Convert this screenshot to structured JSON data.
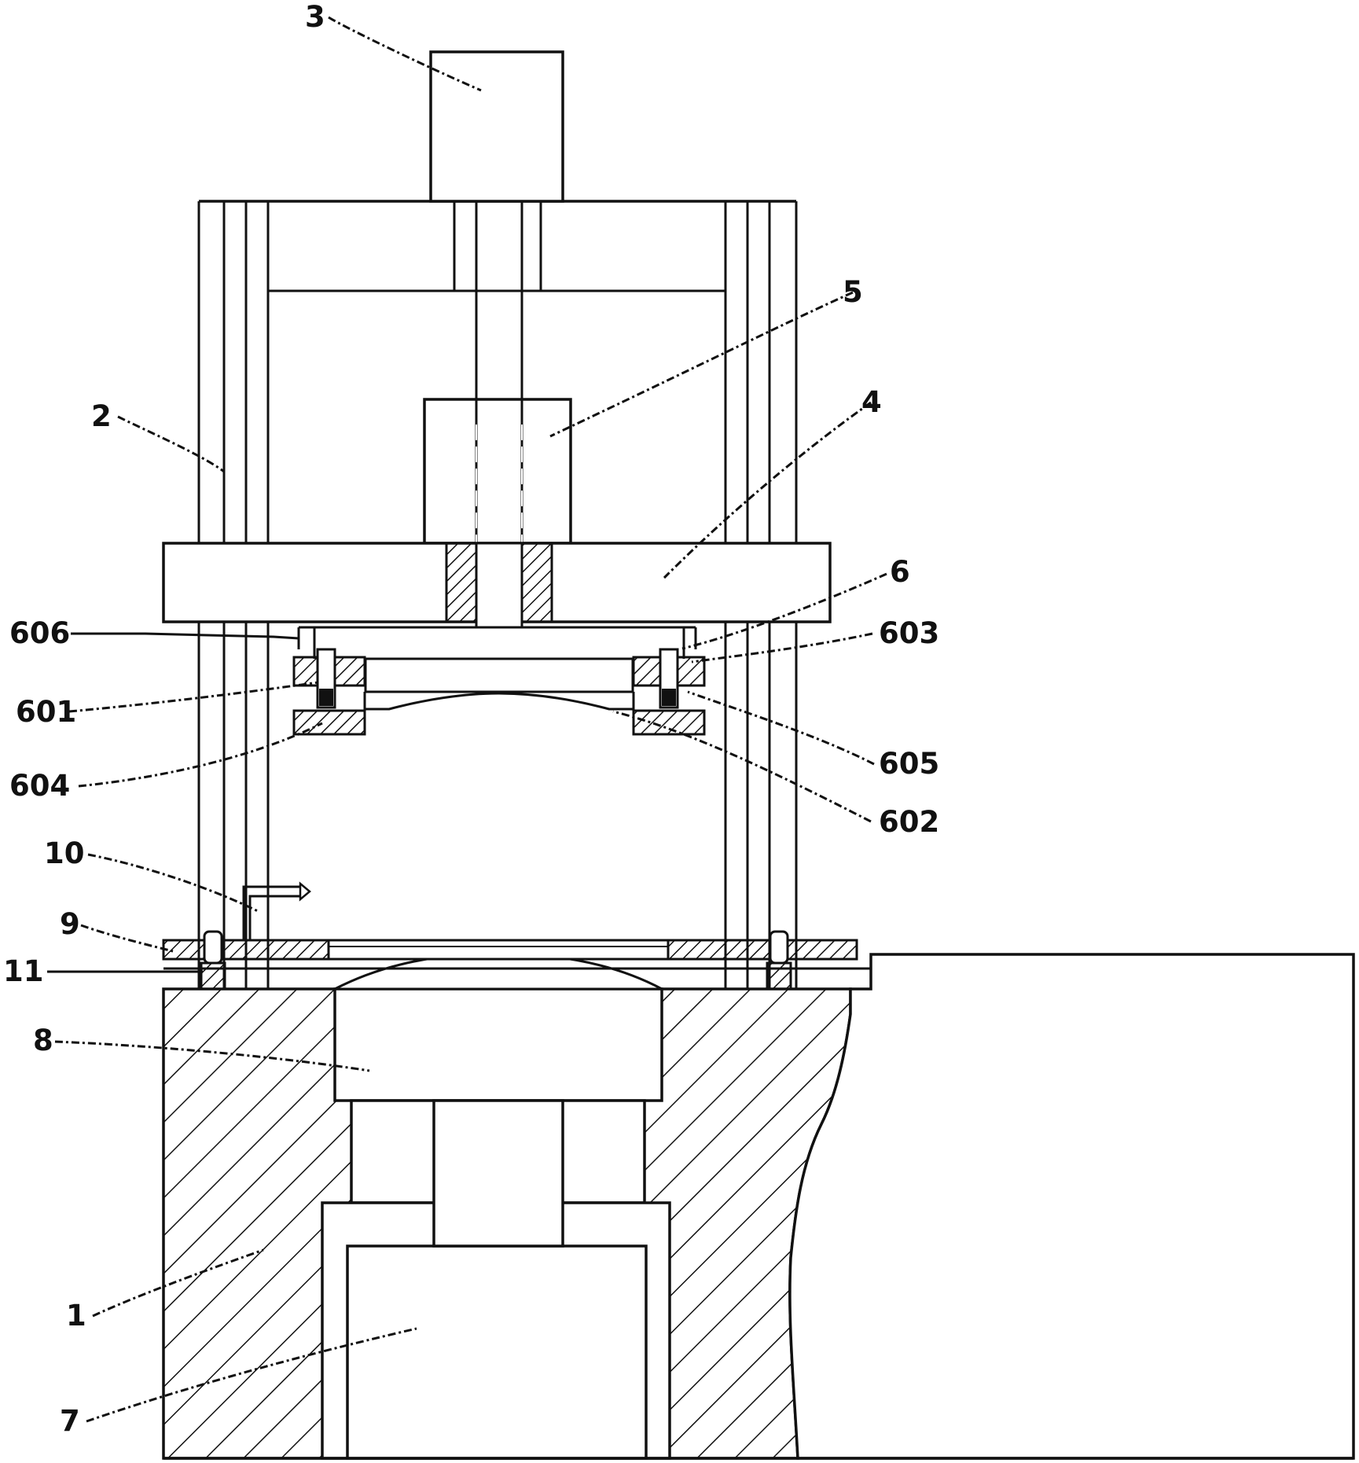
{
  "figure": {
    "labels": [
      {
        "id": "3",
        "text": "3"
      },
      {
        "id": "5",
        "text": "5"
      },
      {
        "id": "2",
        "text": "2"
      },
      {
        "id": "4",
        "text": "4"
      },
      {
        "id": "6",
        "text": "6"
      },
      {
        "id": "606",
        "text": "606"
      },
      {
        "id": "603",
        "text": "603"
      },
      {
        "id": "601",
        "text": "601"
      },
      {
        "id": "605",
        "text": "605"
      },
      {
        "id": "604",
        "text": "604"
      },
      {
        "id": "602",
        "text": "602"
      },
      {
        "id": "10",
        "text": "10"
      },
      {
        "id": "9",
        "text": "9"
      },
      {
        "id": "11",
        "text": "11"
      },
      {
        "id": "8",
        "text": "8"
      },
      {
        "id": "1",
        "text": "1"
      },
      {
        "id": "7",
        "text": "7"
      }
    ]
  }
}
